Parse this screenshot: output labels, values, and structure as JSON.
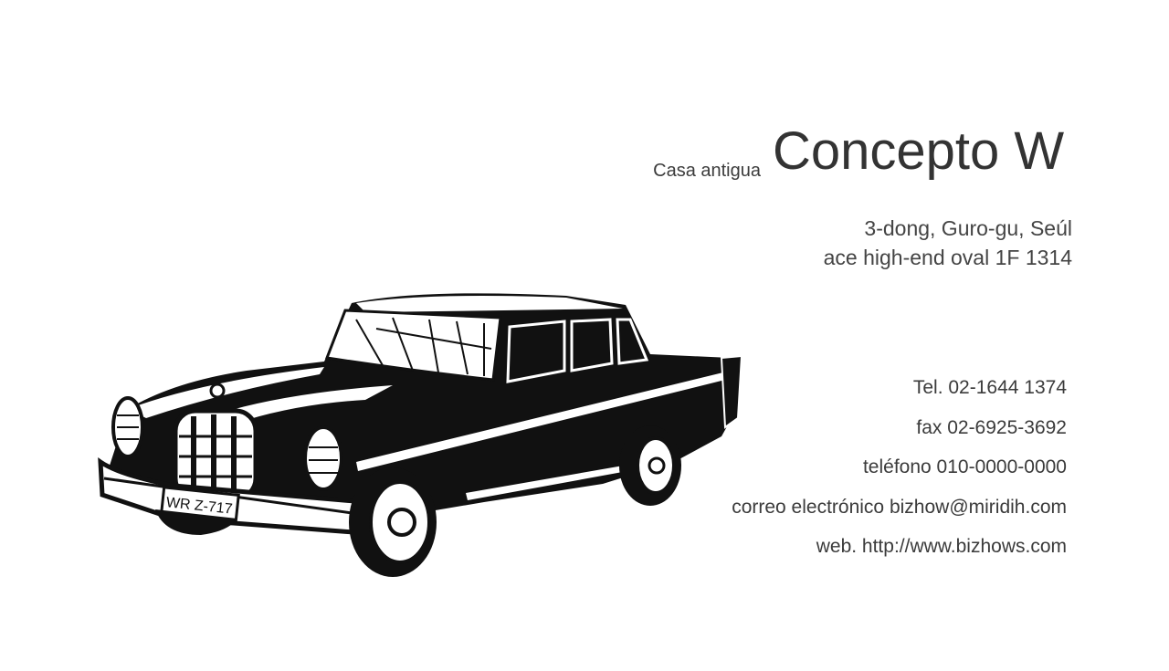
{
  "card": {
    "tagline": "Casa antigua",
    "brand": "Concepto W",
    "address": {
      "line1": "3-dong, Guro-gu, Seúl",
      "line2": "ace high-end oval 1F 1314"
    },
    "contacts": {
      "tel": "Tel. 02-1644 1374",
      "fax": "fax 02-6925-3692",
      "phone": "teléfono 010-0000-0000",
      "email": "correo electrónico bizhow@miridih.com",
      "web": "web. http://www.bizhows.com"
    },
    "illustration": {
      "icon": "vintage-sedan-icon",
      "license_plate": "WR Z-717"
    }
  }
}
